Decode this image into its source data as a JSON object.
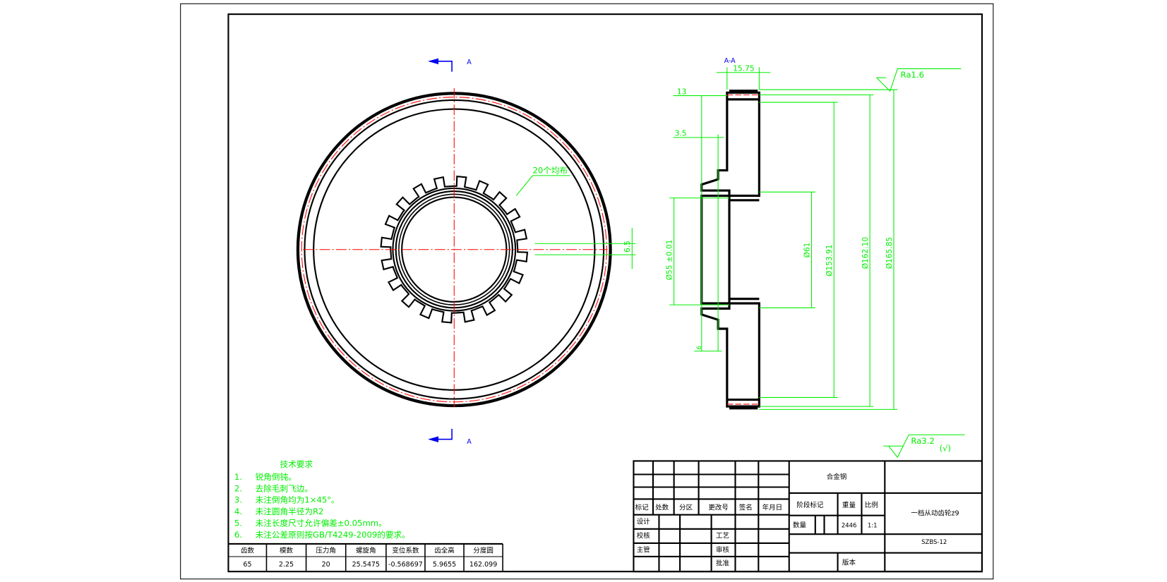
{
  "section_marks": {
    "top": "A",
    "bottom": "A",
    "section_title": "A-A"
  },
  "front_view": {
    "spline_note": "20个均布",
    "keyway_dim": "6.5",
    "spline_teeth": 20
  },
  "section_view": {
    "dims": {
      "width": "15.75",
      "d13": "13",
      "d3_5": "3.5",
      "small": "6",
      "bore": "Ø55 ±0.01",
      "d61": "Ø61",
      "d153": "Ø153.91",
      "d162": "Ø162.10",
      "d165": "Ø165.85"
    },
    "roughness_top": "Ra1.6",
    "roughness_general": "Ra3.2",
    "roughness_general_suffix": "(√)"
  },
  "tech_requirements": {
    "title": "技术要求",
    "items": [
      {
        "num": "1.",
        "text": "锐角倒钝。"
      },
      {
        "num": "2.",
        "text": "去除毛刺飞边。"
      },
      {
        "num": "3.",
        "text": "未注倒角均为1×45°。"
      },
      {
        "num": "4.",
        "text": "未注圆角半径为R2"
      },
      {
        "num": "5.",
        "text": "未注长度尺寸允许偏差±0.05mm。"
      },
      {
        "num": "6.",
        "text": "未注公差原则按GB/T4249-2009的要求。"
      }
    ]
  },
  "gear_params": {
    "headers": [
      "齿数",
      "模数",
      "压力角",
      "螺旋角",
      "变位系数",
      "齿全高",
      "分度圆"
    ],
    "values": [
      "65",
      "2.25",
      "20",
      "25.5475",
      "-0.568697",
      "5.9655",
      "162.099"
    ]
  },
  "title_block": {
    "revision_headers": [
      "标记",
      "处数",
      "分区",
      "更改号",
      "签名",
      "年月日"
    ],
    "design": "设计",
    "check": "校核",
    "process": "工艺",
    "supervisor": "主管",
    "review": "审核",
    "approve": "批准",
    "material": "合金钢",
    "stage_mark": "阶段标记",
    "weight_label": "重量",
    "scale_label": "比例",
    "quantity_label": "数量",
    "weight": "2446",
    "scale": "1:1",
    "part_name": "一档从动齿轮z9",
    "drawing_no": "SZBS-12",
    "version": "版本"
  }
}
